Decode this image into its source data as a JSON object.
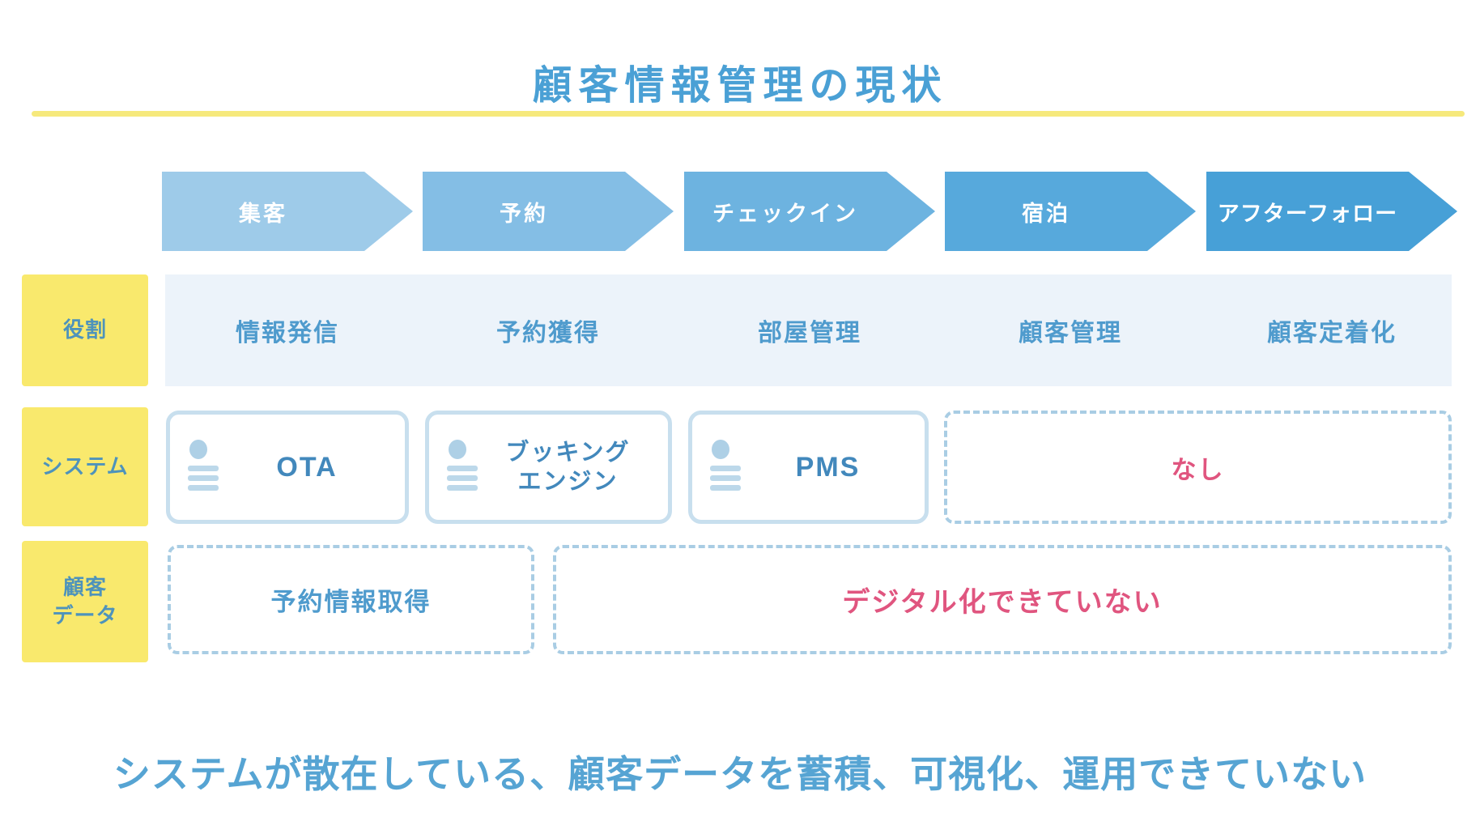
{
  "title": "顧客情報管理の現状",
  "stages": [
    {
      "label": "集客",
      "color": "#9ecbe9"
    },
    {
      "label": "予約",
      "color": "#84bee5"
    },
    {
      "label": "チェックイン",
      "color": "#6db3e0"
    },
    {
      "label": "宿泊",
      "color": "#57a9dc"
    },
    {
      "label": "アフターフォロー",
      "color": "#47a0d7"
    }
  ],
  "rows": {
    "role": {
      "label": "役割",
      "items": [
        "情報発信",
        "予約獲得",
        "部屋管理",
        "顧客管理",
        "顧客定着化"
      ]
    },
    "system": {
      "label": "システム",
      "boxes": [
        {
          "label": "OTA",
          "icon": "list-icon"
        },
        {
          "label": "ブッキング\nエンジン",
          "icon": "list-icon"
        },
        {
          "label": "PMS",
          "icon": "list-icon"
        },
        {
          "label": "なし",
          "status": "missing"
        }
      ]
    },
    "data": {
      "label": "顧客\nデータ",
      "boxes": [
        {
          "label": "予約情報取得",
          "status": "present"
        },
        {
          "label": "デジタル化できていない",
          "status": "missing"
        }
      ]
    }
  },
  "footer": "システムが散在している、顧客データを蓄積、可視化、運用できていない",
  "colors": {
    "title_blue": "#4aa0d5",
    "underline_yellow": "#f6e97c",
    "label_yellow": "#f9e96d",
    "label_text_blue": "#4e93bb",
    "band_light_blue": "#ecf3fa",
    "item_text_blue": "#4f9bcd",
    "box_border_blue": "#c8dfee",
    "dashed_border_blue": "#a9cde4",
    "alert_pink": "#e0557f",
    "footer_blue": "#56a4d3",
    "arrow_text_white": "#ffffff"
  }
}
